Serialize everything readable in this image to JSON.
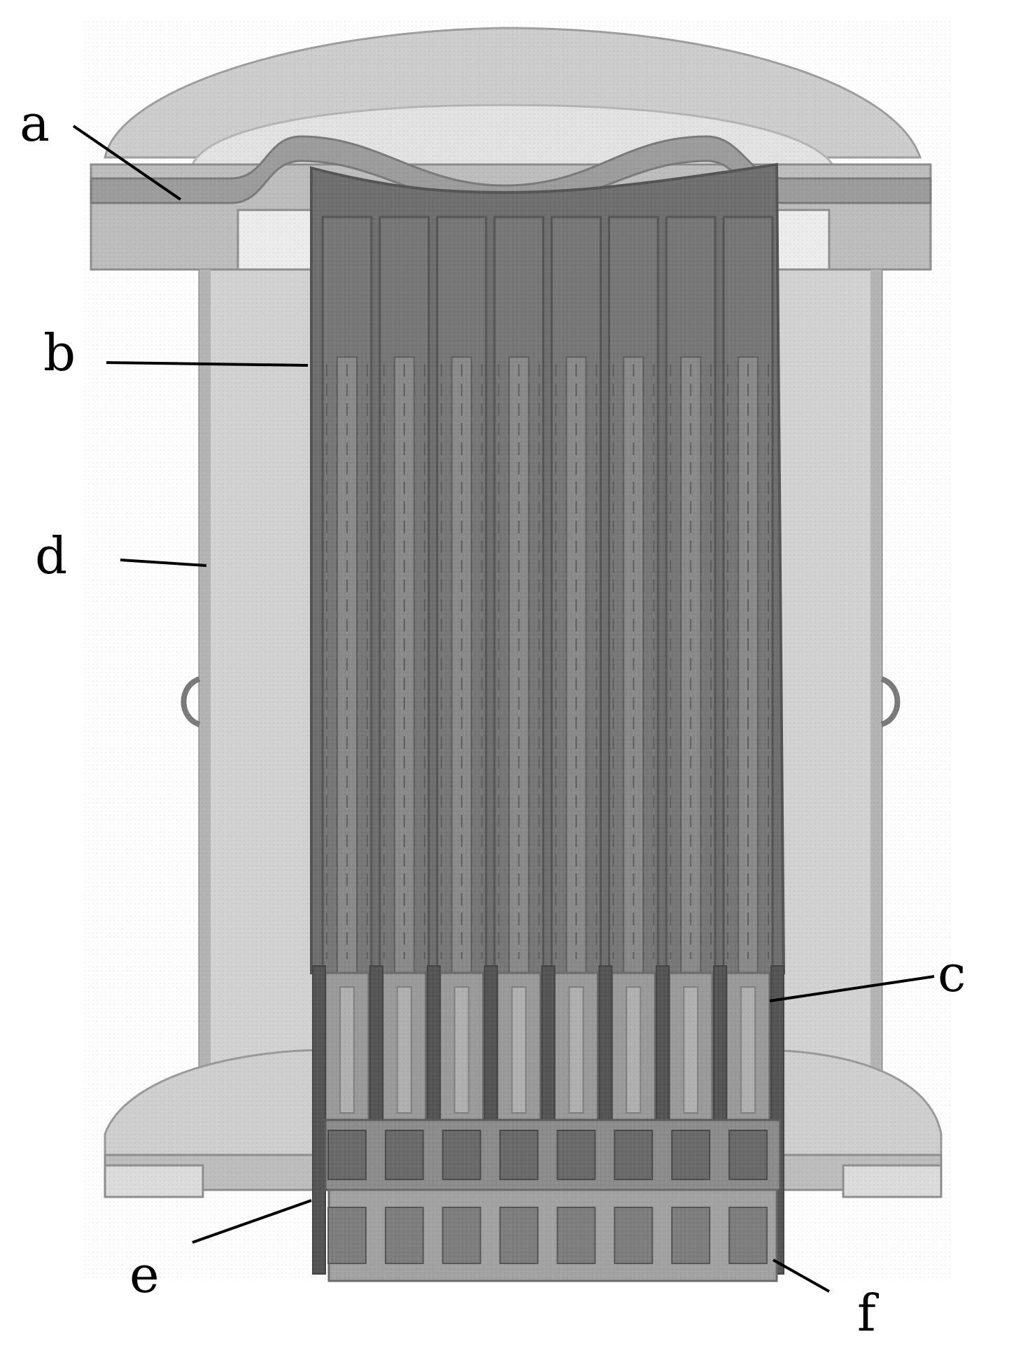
{
  "figure": {
    "labels": {
      "a": "a",
      "b": "b",
      "c": "c",
      "d": "d",
      "e": "e",
      "f": "f"
    },
    "colors": {
      "background": "#ffffff",
      "housing_light": "#c6c6c6",
      "housing_mid": "#a9a9a9",
      "vessel_interior": "#dcdcdc",
      "core_dark": "#6f6f6f",
      "core_darker": "#555555",
      "rod_light": "#9a9a9a",
      "line": "#000000"
    },
    "icons": [
      "reactor-vessel-cross-section"
    ]
  }
}
